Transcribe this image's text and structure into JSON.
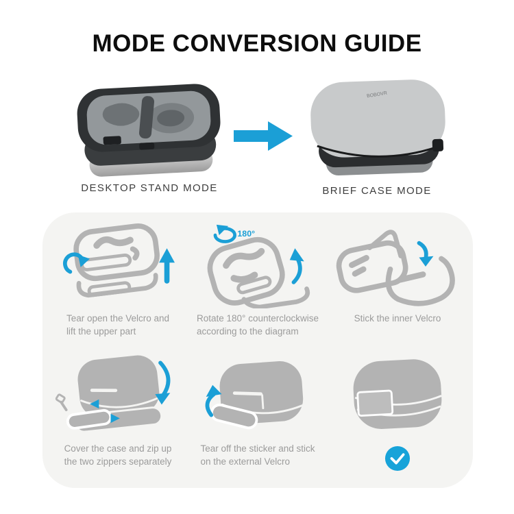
{
  "page": {
    "title": "MODE CONVERSION GUIDE"
  },
  "hero": {
    "left_label": "DESKTOP STAND MODE",
    "right_label": "BRIEF CASE MODE",
    "brand_mark": "BOBOVR"
  },
  "colors": {
    "accent_blue": "#1b9fd6",
    "illustration_gray": "#b3b3b3",
    "panel_bg": "#f4f4f2"
  },
  "steps": [
    {
      "line1": "Tear open the Velcro and",
      "line2": "lift the upper part"
    },
    {
      "line1": "Rotate 180° counterclockwise",
      "line2": "according to the diagram",
      "rotation_label": "180°"
    },
    {
      "line1": "Stick the inner Velcro",
      "line2": ""
    },
    {
      "line1": "Cover the case and zip up",
      "line2": "the two zippers separately"
    },
    {
      "line1": "Tear off the sticker and stick",
      "line2": "on the external Velcro"
    },
    {
      "done_icon": "check-icon"
    }
  ]
}
